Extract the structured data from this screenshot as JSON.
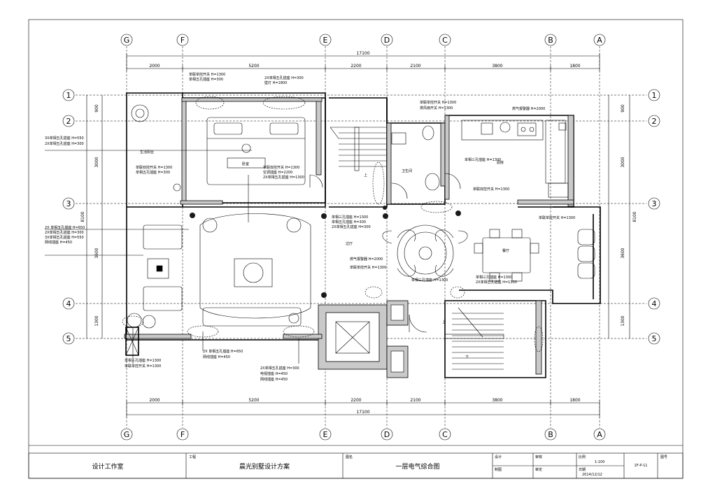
{
  "grid_axes": {
    "columns": [
      "G",
      "F",
      "E",
      "D",
      "C",
      "B",
      "A"
    ],
    "rows": [
      "1",
      "2",
      "3",
      "4",
      "5"
    ]
  },
  "dimensions": {
    "total": "17100",
    "segments": [
      "2000",
      "5200",
      "2200",
      "2100",
      "3800",
      "1800"
    ],
    "total_height": "8100",
    "left_segments": [
      "900",
      "3000",
      "3600",
      "1300"
    ]
  },
  "rooms": {
    "balcony": "生活阳台",
    "bedroom": "卧室",
    "stairs_up": "上",
    "stairs_down": "下",
    "toilet": "卫生间",
    "kitchen": "厨房",
    "hall": "过厅",
    "dining": "餐厅"
  },
  "annotations": {
    "a1": "单联双控开关 H=1300",
    "a2": "单相五孔插座 H=300",
    "a3": "2X单相五孔插座 H=300",
    "a4": "3X单相五孔插座 H=550",
    "a5": "空调插座 H=2200",
    "a6": "壁灯 H=1800",
    "a7": "2X 单相五孔插座 H=650",
    "a8": "网线插座 H=450",
    "a9": "电视插座 H=450",
    "a10": "排风扇开关 H=1300",
    "a11": "单相三孔插座 H=1300",
    "a12": "燃气报警器 H=2000",
    "a13": "单联单控开关 H=1300",
    "a14": "2X单相五孔插座 H=1300"
  },
  "title_block": {
    "studio": "设计工作室",
    "project_label": "工程",
    "project": "晨光别墅设计方案",
    "drawing_label": "图名",
    "drawing": "一层电气综合图",
    "design_label": "设计",
    "check_label": "审核",
    "draw_label": "制图",
    "approve_label": "审定",
    "scale_label": "比例",
    "scale": "1:100",
    "date_label": "日期",
    "date": "2014/12/12",
    "number": "1F-P-11",
    "number_label": "图号"
  }
}
